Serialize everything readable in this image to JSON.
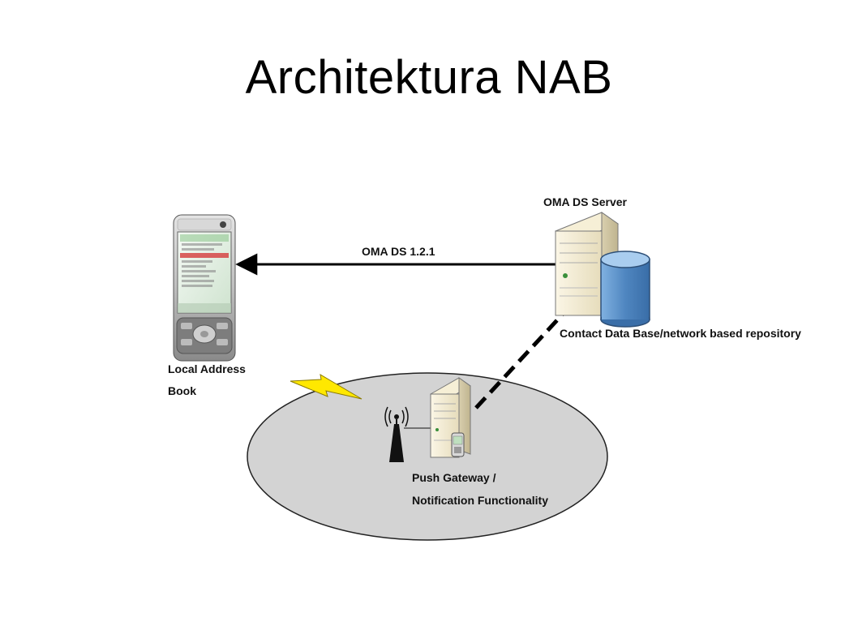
{
  "title": "Architektura NAB",
  "labels": {
    "oma_ds_server": "OMA DS Server",
    "protocol": "OMA DS 1.2.1",
    "repository": "Contact Data Base/network based repository",
    "local_address_book_line1": "Local Address",
    "local_address_book_line2": "Book",
    "push_gateway_line1": "Push Gateway /",
    "push_gateway_line2": "Notification Functionality"
  },
  "icons": {
    "phone": "mobile-phone-icon",
    "server": "server-icon",
    "database": "database-cylinder-icon",
    "antenna": "antenna-icon",
    "lightning": "lightning-bolt-icon",
    "small_phone": "small-phone-icon"
  },
  "colors": {
    "network_ellipse": "#d3d3d3",
    "database_blue": "#5b8fc6",
    "server_beige": "#f3ebd3",
    "lightning_yellow": "#ffe800"
  }
}
